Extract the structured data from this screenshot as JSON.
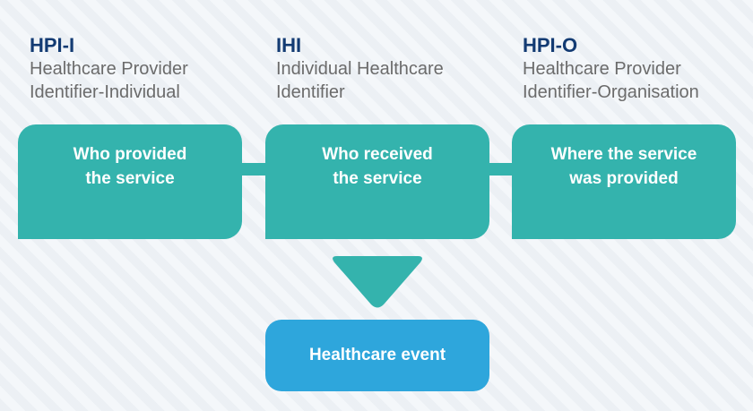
{
  "headings": [
    {
      "code": "HPI-I",
      "line1": "Healthcare Provider",
      "line2": "Identifier-Individual"
    },
    {
      "code": "IHI",
      "line1": "Individual Healthcare",
      "line2": "Identifier"
    },
    {
      "code": "HPI-O",
      "line1": "Healthcare Provider",
      "line2": "Identifier-Organisation"
    }
  ],
  "boxes": [
    {
      "line1": "Who provided",
      "line2": "the service"
    },
    {
      "line1": "Who received",
      "line2": "the service"
    },
    {
      "line1": "Where the service",
      "line2": "was provided"
    }
  ],
  "event": {
    "label": "Healthcare event"
  },
  "colors": {
    "teal": "#34b3ad",
    "blue": "#2ea6dc",
    "heading_code": "#133b73",
    "heading_text": "#6b6b6b"
  }
}
